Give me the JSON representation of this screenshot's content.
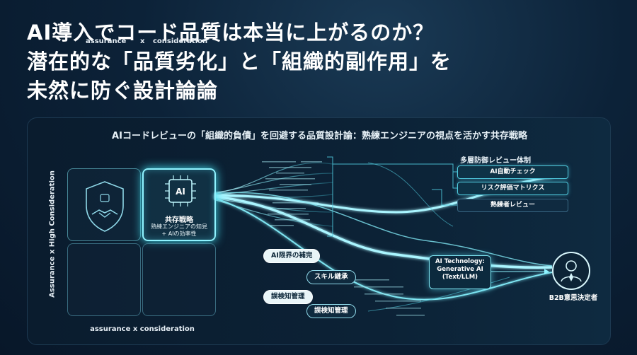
{
  "headline": {
    "line1": "AI導入でコード品質は本当に上がるのか？",
    "line2": "潜在的な「品質劣化」と「組織的副作用」を",
    "line3": "未然に防ぐ設計論論"
  },
  "panel": {
    "title": "AIコードレビューの「組織的負債」を回避する品質設計論：熟練エンジニアの視点を活かす共存戦略"
  },
  "matrix": {
    "top_left_label": "assurance",
    "top_cross": "x",
    "top_right_label": "consideration",
    "left_axis_label": "Assurance x High Consideration",
    "bottom_axis_label": "assurance x consideration",
    "strategy_title": "共存戦略",
    "strategy_desc": "熟練エンジニアの知見\n+ AIの効率性",
    "ai_chip_text": "AI"
  },
  "review_layers": {
    "title": "多層防御レビュー体制",
    "items": [
      "AI自動チェック",
      "リスク評価マトリクス",
      "熟練者レビュー"
    ]
  },
  "bubbles": [
    "AI限界の補完",
    "スキル継承",
    "誤検知管理",
    "誤検知管理"
  ],
  "ai_technology": "AI Technology:\nGenerative AI\n(Text/LLM)",
  "decision_maker": "B2B意思決定者",
  "colors": {
    "accent_cyan": "#8ff3ff",
    "glow_cyan": "#43e0f0",
    "background_navy": "#0c2238"
  },
  "icons": [
    "shield-handshake-icon",
    "ai-chip-icon",
    "user-tie-icon"
  ]
}
